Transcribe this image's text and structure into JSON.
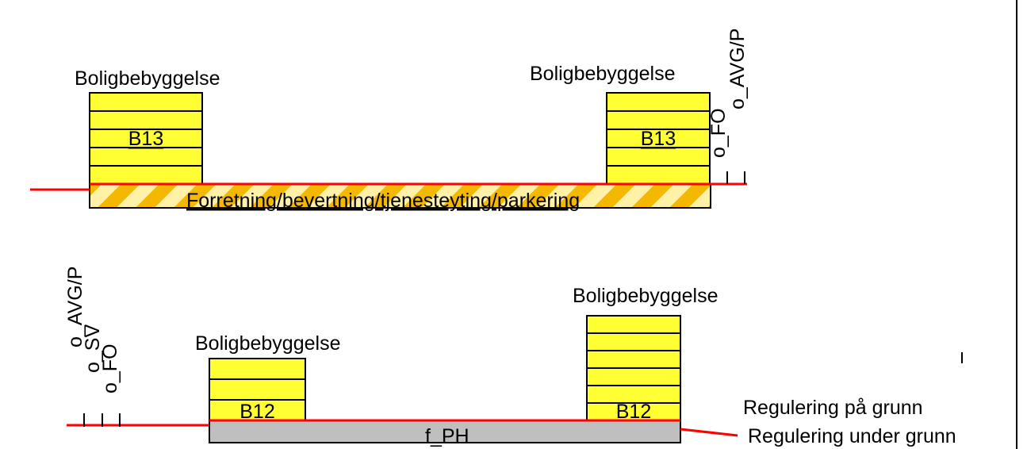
{
  "colors": {
    "building_fill": "#ffff33",
    "podium_stripe_a": "#f5b800",
    "podium_stripe_b": "#fff2a8",
    "underground_fill": "#bfbfbf",
    "ground_line": "#ff0000",
    "outline": "#000000"
  },
  "top_section": {
    "left_building": {
      "use_label": "Boligbebyggelse",
      "code": "B13",
      "floors": 5
    },
    "right_building": {
      "use_label": "Boligbebyggelse",
      "code": "B13",
      "floors": 5
    },
    "podium_label": "Forretning/bevertning/tjenesteyting/parkering",
    "vertical_label_1": "o_AVG/P",
    "vertical_label_2": "o_FO"
  },
  "bottom_section": {
    "left_building": {
      "use_label": "Boligbebyggelse",
      "code": "B12",
      "floors": 3
    },
    "right_building": {
      "use_label": "Boligbebyggelse",
      "code": "B12",
      "floors": 6
    },
    "underground_label": "f_PH",
    "vertical_label_1": "o_AVG/P",
    "vertical_label_2": "o_SV",
    "vertical_label_3": "o_FO"
  },
  "legend": {
    "on_ground": "Regulering på grunn",
    "under_ground": "Regulering under grunn"
  }
}
